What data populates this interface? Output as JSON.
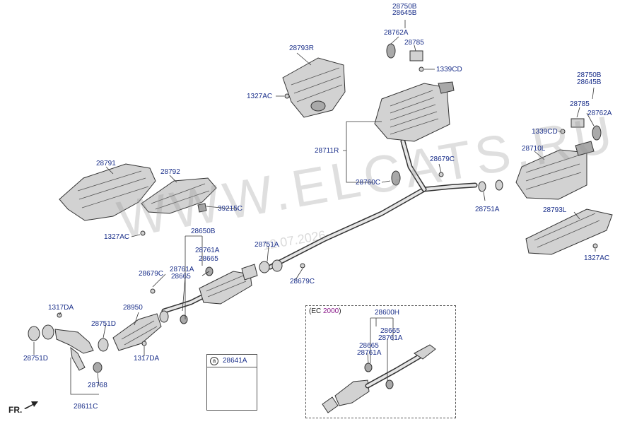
{
  "watermark": "WWW.ELCATS.RU",
  "watermark_date": "12.07.2026",
  "ec_box": {
    "prefix": "(EC ",
    "year": "2000",
    "suffix": ")"
  },
  "detail_a": {
    "letter": "a",
    "part": "28641A"
  },
  "orientation": "FR.",
  "labels": {
    "p28750B_top": "28750B",
    "p28645B_top": "28645B",
    "p28762A_top": "28762A",
    "p28785_top": "28785",
    "p1339CD_top": "1339CD",
    "p28793R": "28793R",
    "p1327AC_top": "1327AC",
    "p28711R": "28711R",
    "p28760C": "28760C",
    "p28679C_mid": "28679C",
    "p28750B_right": "28750B",
    "p28645B_right": "28645B",
    "p28785_right": "28785",
    "p28762A_right": "28762A",
    "p1339CD_right": "1339CD",
    "p28710L": "28710L",
    "p28751A_right": "28751A",
    "p28793L": "28793L",
    "p1327AC_right": "1327AC",
    "p28791": "28791",
    "p28792": "28792",
    "p39215C": "39215C",
    "p1327AC_left": "1327AC",
    "p28650B": "28650B",
    "p28761A_a": "28761A",
    "p28665_a": "28665",
    "p28761A_b": "28761A",
    "p28665_b": "28665",
    "p28751A_mid": "28751A",
    "p28679C_left": "28679C",
    "p28679C_center": "28679C",
    "p1317DA_top": "1317DA",
    "p28950": "28950",
    "p28751D_right": "28751D",
    "p28751D_left": "28751D",
    "p1317DA_bottom": "1317DA",
    "p28768": "28768",
    "p28611C": "28611C",
    "p28600H": "28600H",
    "p28665_ec_a": "28665",
    "p28761A_ec_a": "28761A",
    "p28665_ec_b": "28665",
    "p28761A_ec_b": "28761A"
  }
}
